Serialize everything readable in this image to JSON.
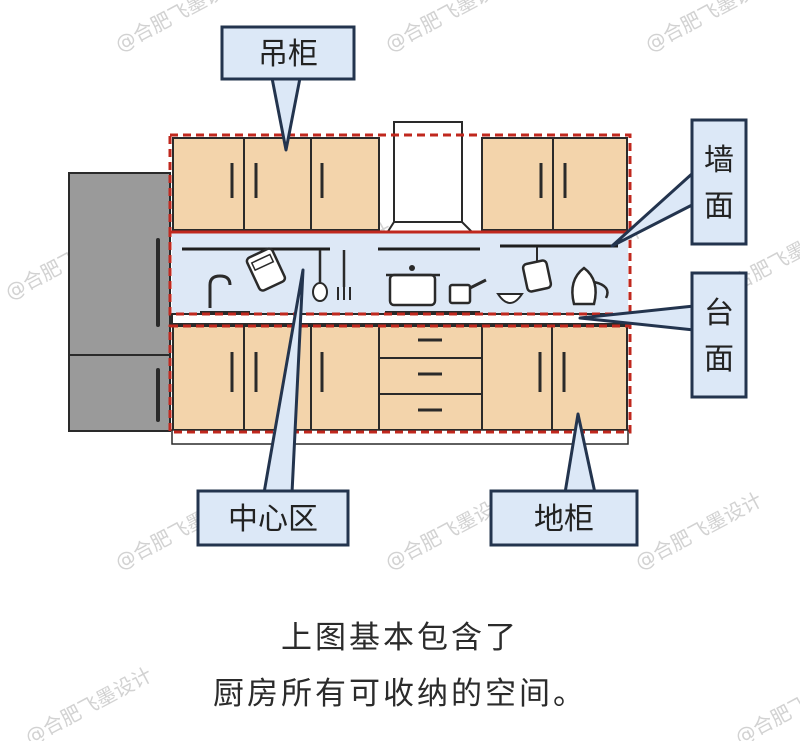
{
  "labels": {
    "wall_cabinet": "吊柜",
    "wall_surface": [
      "墙",
      "面"
    ],
    "counter_surface": [
      "台",
      "面"
    ],
    "center_zone": "中心区",
    "base_cabinet": "地柜"
  },
  "caption": {
    "line1": "上图基本包含了",
    "line2": "厨房所有可收纳的空间。"
  },
  "watermark": "@合肥飞墨设计",
  "colors": {
    "cabinet": "#f3d4ab",
    "backsplash": "#dde8f6",
    "fridge": "#9a9a9a",
    "dashed_outline": "#c0281e",
    "label_box": "#dce8f7",
    "label_border": "#23344e",
    "outline": "#2a2a2a"
  }
}
